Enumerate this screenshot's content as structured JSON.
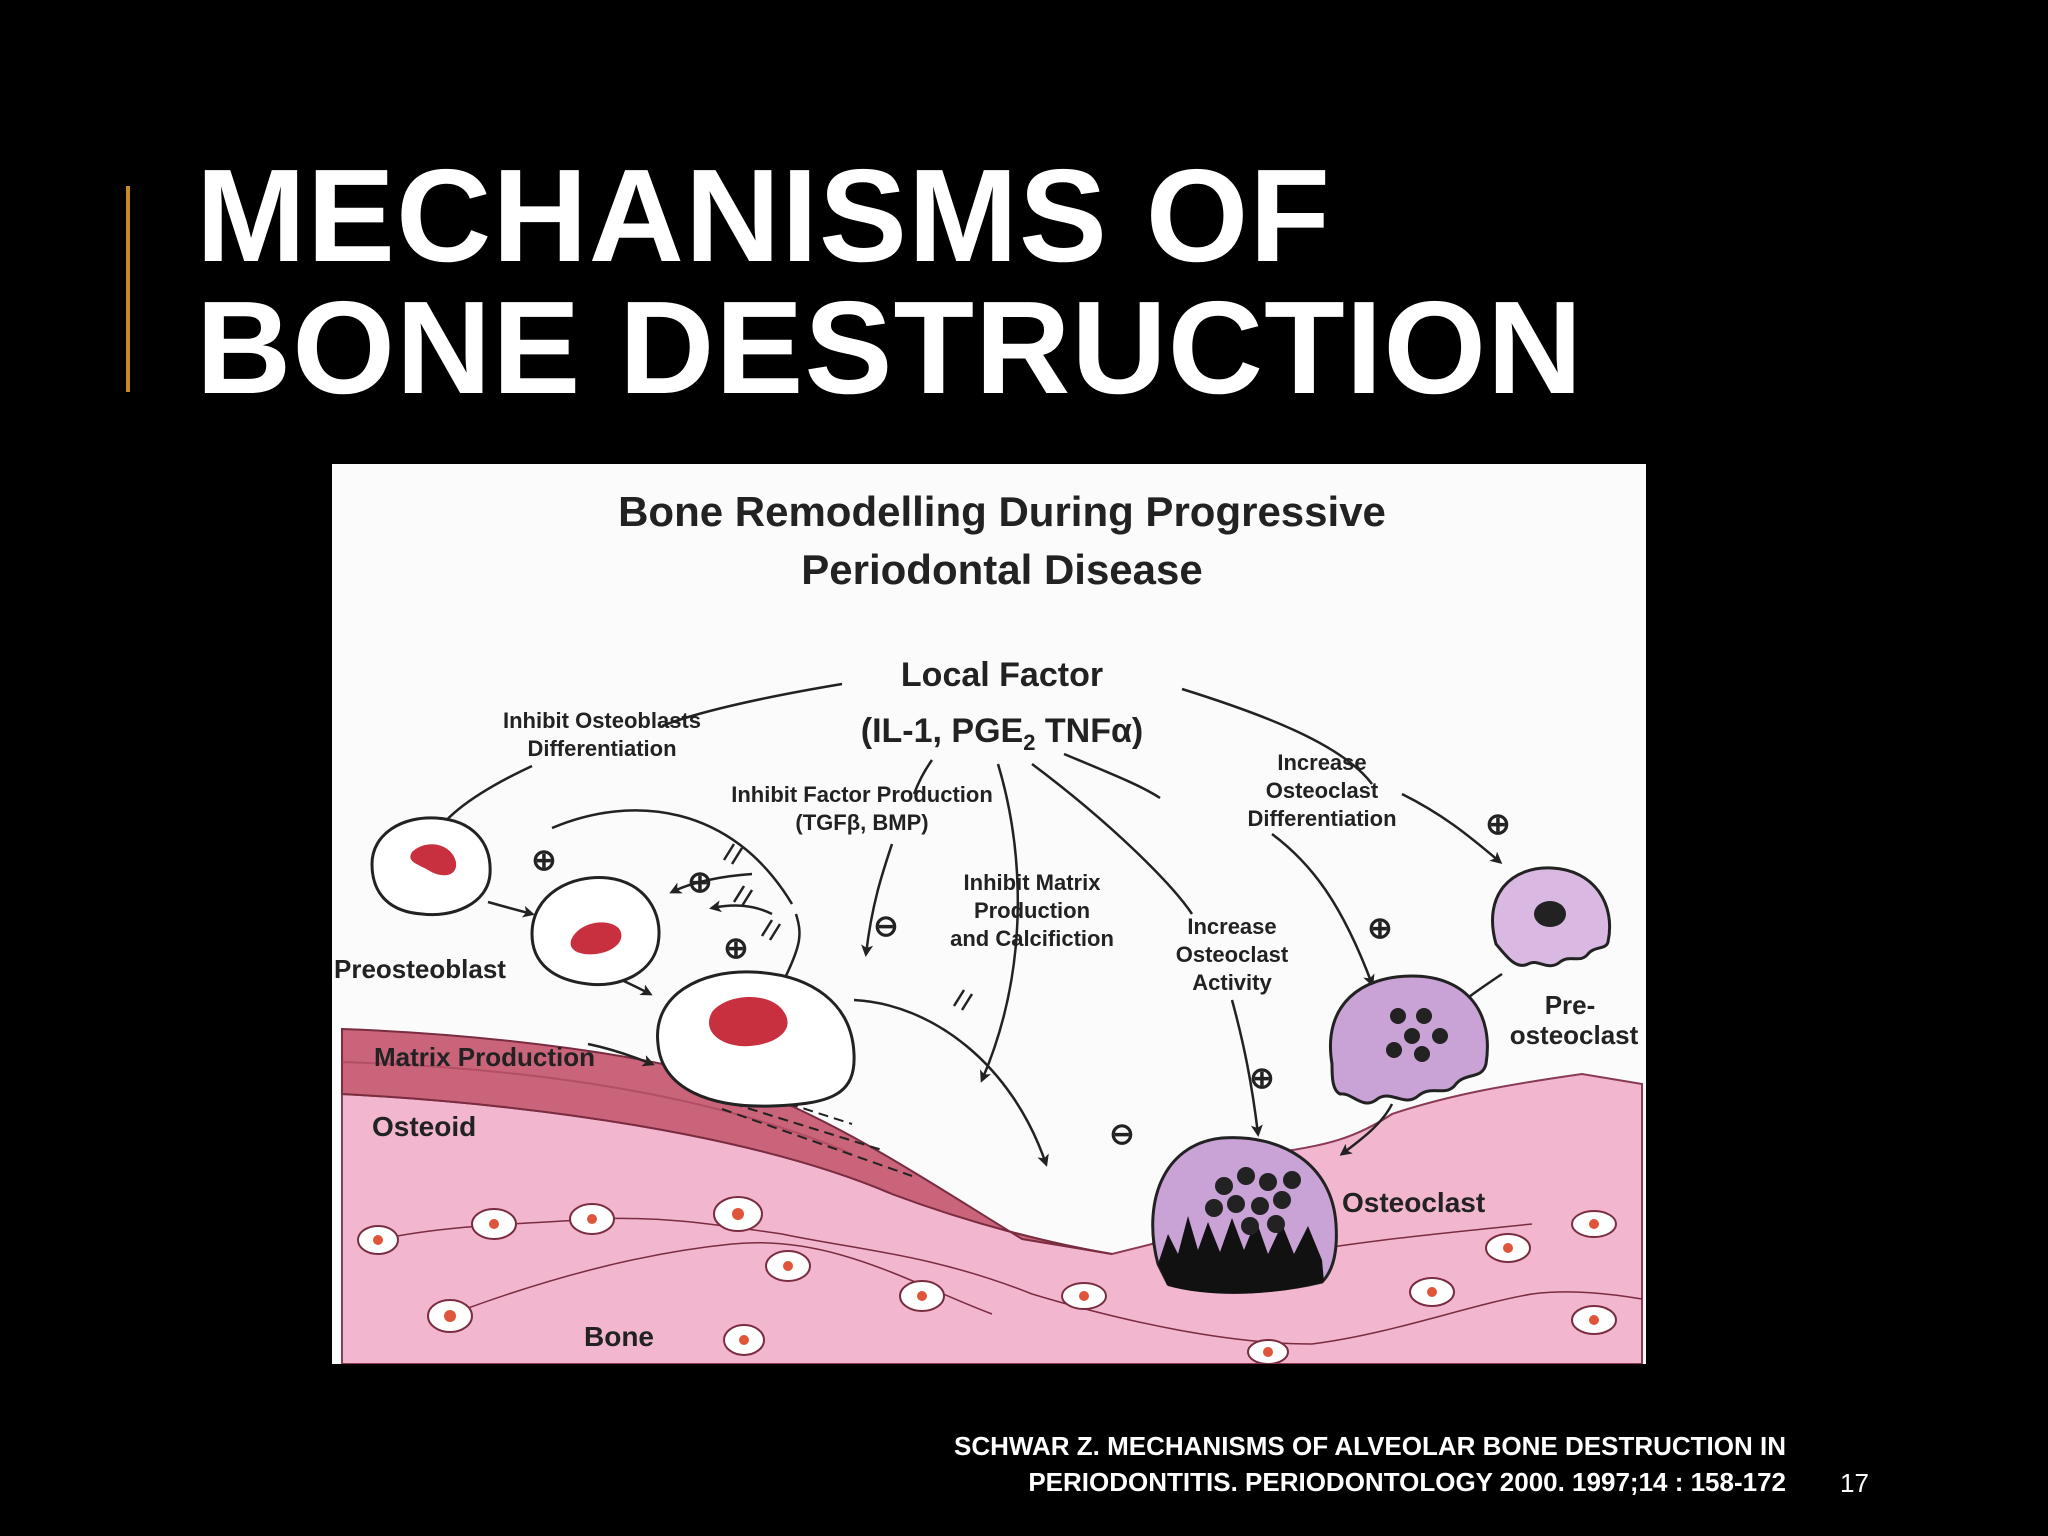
{
  "slide": {
    "title_line1": "MECHANISMS OF",
    "title_line2": "BONE DESTRUCTION",
    "citation_line1": "SCHWAR Z. MECHANISMS OF ALVEOLAR BONE DESTRUCTION IN",
    "citation_line2": "PERIODONTITIS. PERIODONTOLOGY 2000. 1997;14 : 158-172",
    "page_number": "17",
    "accent_color": "#c98a2a"
  },
  "diagram": {
    "title_line1": "Bone Remodelling During Progressive",
    "title_line2": "Periodontal Disease",
    "local_factor": "Local Factor",
    "local_factor_detail": "(IL-1, PGE",
    "local_factor_sub": "2",
    "local_factor_tail": " TNFα)",
    "inhibit_osteoblasts_1": "Inhibit Osteoblasts",
    "inhibit_osteoblasts_2": "Differentiation",
    "inhibit_factor_1": "Inhibit Factor Production",
    "inhibit_factor_2": "(TGFβ, BMP)",
    "inhibit_matrix_1": "Inhibit Matrix",
    "inhibit_matrix_2": "Production",
    "inhibit_matrix_3": "and Calcifiction",
    "increase_activity_1": "Increase",
    "increase_activity_2": "Osteoclast",
    "increase_activity_3": "Activity",
    "increase_diff_1": "Increase",
    "increase_diff_2": "Osteoclast",
    "increase_diff_3": "Differentiation",
    "preosteoblast": "Preosteoblast",
    "matrix_production": "Matrix Production",
    "osteoid": "Osteoid",
    "bone": "Bone",
    "osteoclast": "Osteoclast",
    "preosteoclast_1": "Pre-",
    "preosteoclast_2": "osteoclast",
    "plus_symbol": "⊕",
    "minus_symbol": "⊖",
    "colors": {
      "bone": "#f2b6cf",
      "osteoid": "#c9647a",
      "nucleus": "#c8303f",
      "osteoclast": "#c9a2d6",
      "preosteoclast": "#d9b8e2"
    }
  }
}
